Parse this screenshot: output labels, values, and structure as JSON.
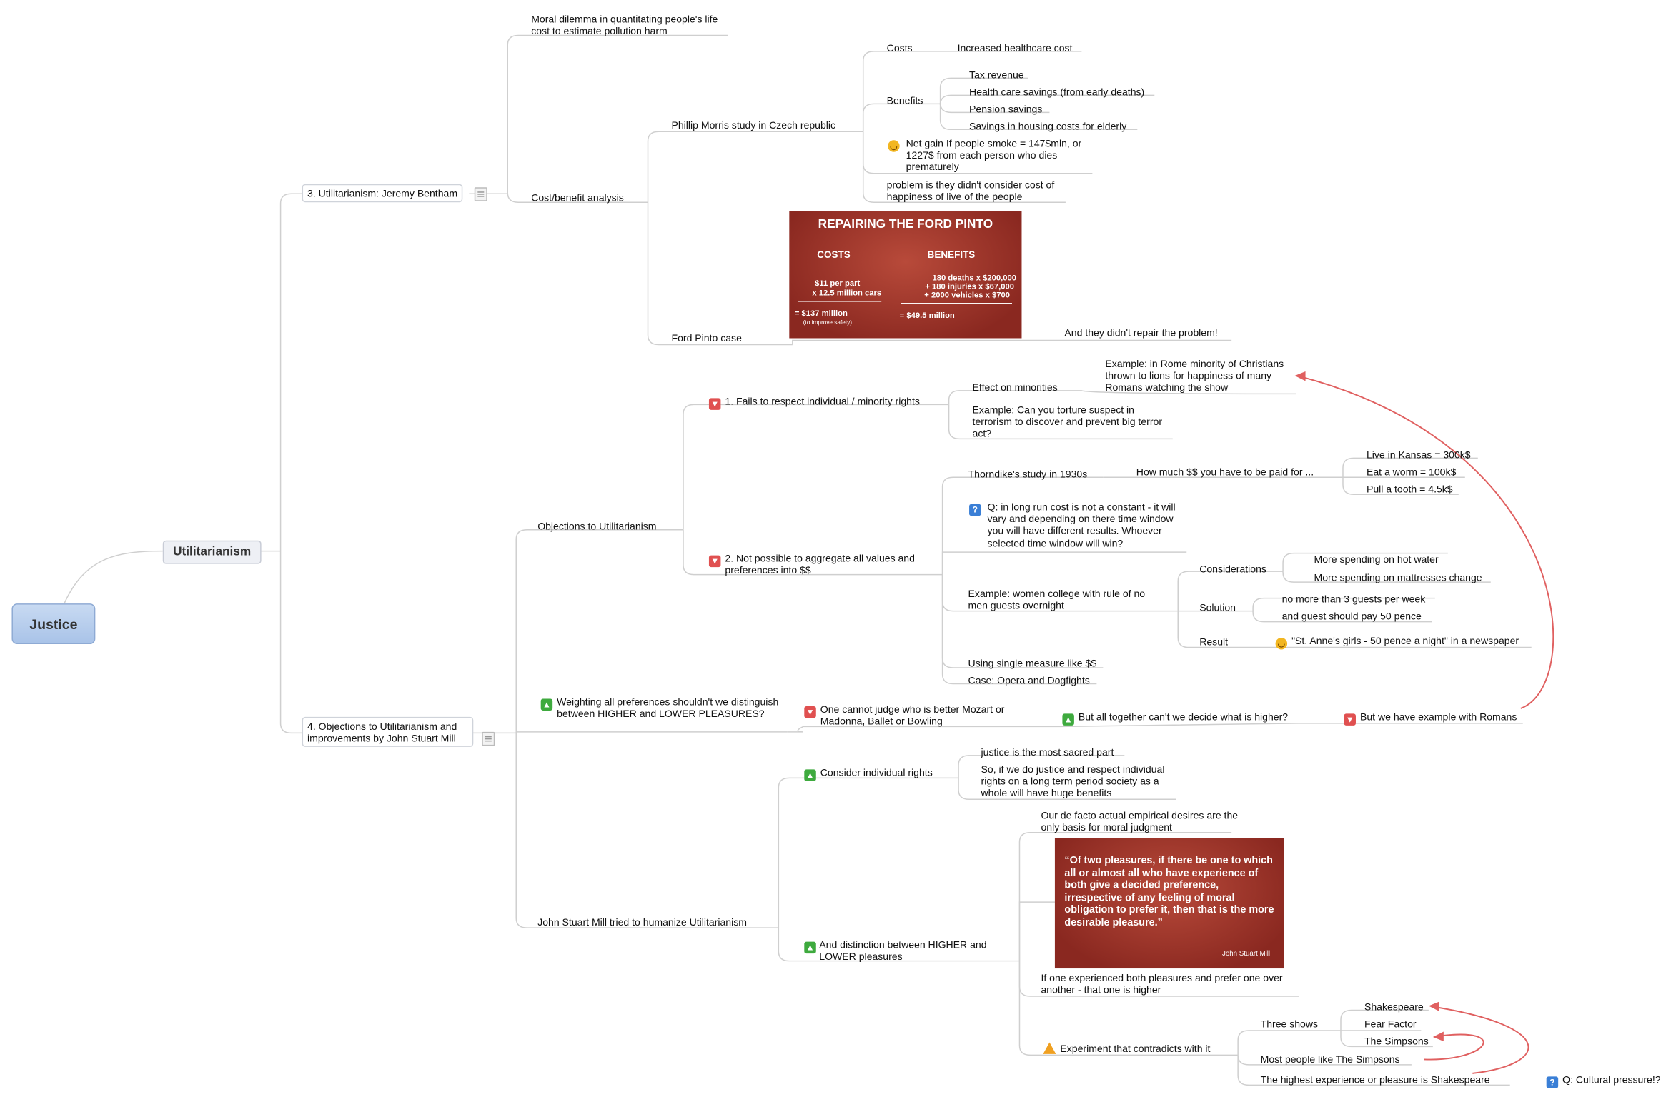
{
  "central": "Justice",
  "main": "Utilitarianism",
  "b3": {
    "title": "3. Utilitarianism: Jeremy Bentham",
    "moral": "Moral dilemma in quantitating people's life cost to estimate pollution harm",
    "cba": "Cost/benefit analysis",
    "pm": "Phillip Morris study in Czech republic",
    "costs": "Costs",
    "costs_item": "Increased healthcare cost",
    "benefits": "Benefits",
    "benefit_items": [
      "Tax revenue",
      "Health care savings (from early deaths)",
      "Pension savings",
      "Savings in housing costs for elderly"
    ],
    "netgain": "Net gain If people smoke = 147$mln, or 1227$ from each person who dies prematurely",
    "problem": "problem is they didn't consider cost of happiness of live of the people",
    "pinto": "Ford Pinto case",
    "pinto_note": "And they didn't repair the problem!",
    "pinto_slide": {
      "title": "REPAIRING THE FORD PINTO",
      "costs_h": "COSTS",
      "benefits_h": "BENEFITS",
      "c1": "$11 per part",
      "c2": "x 12.5 million cars",
      "c3": "= $137 million",
      "c4": "(to improve safety)",
      "b1": "180 deaths x $200,000",
      "b2": "+ 180 injuries x $67,000",
      "b3": "+ 2000 vehicles x $700",
      "b4": "= $49.5 million"
    }
  },
  "b4": {
    "title": "4. Objections to Utilitarianism and improvements by John Stuart Mill",
    "objections": "Objections to Utilitarianism",
    "o1": "1. Fails to respect individual / minority rights",
    "minorities": "Effect on minorities",
    "rome": "Example: in Rome minority of Christians thrown to lions for happiness of many Romans watching the show",
    "torture": "Example: Can you torture suspect in terrorism to discover and prevent big terror act?",
    "o2": "2. Not possible to aggregate all values and preferences into $$",
    "thorndike": "Thorndike's study in 1930s",
    "howmuch": "How much $$ you have to be paid for ...",
    "paid": [
      "Live in Kansas = 300k$",
      "Eat a worm = 100k$",
      "Pull a tooth = 4.5k$"
    ],
    "q_long": "Q: in long run cost is not a constant - it will vary and depending on there time window you will have different results. Whoever selected time window will win?",
    "women": "Example: women college with rule of no men guests overnight",
    "considerations": "Considerations",
    "cons_items": [
      "More spending on hot water",
      "More spending on mattresses change"
    ],
    "solution": "Solution",
    "sol_items": [
      "no more than 3 guests per week",
      "and guest should pay 50 pence"
    ],
    "result": "Result",
    "result_item": "\"St. Anne's girls - 50 pence a night\" in a newspaper",
    "single": "Using single measure like $$",
    "opera": "Case: Opera and Dogfights",
    "weighting": "Weighting all preferences shouldn't we distinguish between HIGHER and LOWER PLEASURES?",
    "judge": "One cannot judge who is better Mozart or Madonna, Ballet or Bowling",
    "decide": "But all together can't we decide what is higher?",
    "romans": "But we have example with Romans",
    "mill": "John Stuart Mill tried to humanize Utilitarianism",
    "rights": "Consider individual rights",
    "sacred": "justice is the most sacred part",
    "so": "So, if we do justice and respect individual rights on a long term period society as a whole will have huge benefits",
    "distinction": "And distinction between HIGHER and LOWER pleasures",
    "defacto": "Our de facto actual empirical desires are the only basis for moral judgment",
    "quote": "“Of two pleasures, if there be one to which all or almost all who have experience of both give a decided preference, irrespective of any feeling of moral obligation to prefer it, then that is the more desirable pleasure.”",
    "quote_author": "John Stuart Mill",
    "ifone": "If one experienced both pleasures and prefer one over another - that one is higher",
    "experiment": "Experiment that contradicts with it",
    "three": "Three shows",
    "shows": [
      "Shakespeare",
      "Fear Factor",
      "The Simpsons"
    ],
    "most": "Most people like The Simpsons",
    "highest": "The highest experience or pleasure is Shakespeare",
    "cultural": "Q: Cultural pressure!?"
  }
}
